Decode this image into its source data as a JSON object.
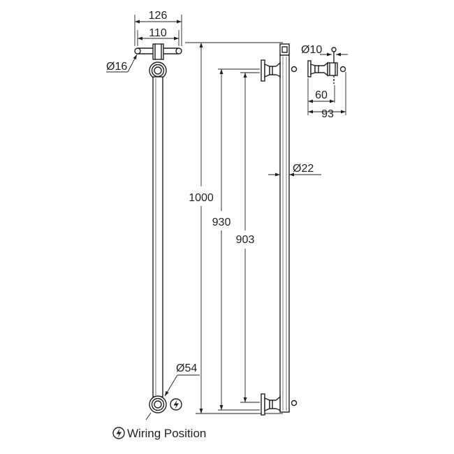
{
  "dimensions": {
    "top_width_outer": "126",
    "top_width_inner": "110",
    "bar_diameter_front": "Ø16",
    "overall_height": "1000",
    "bracket_spacing": "930",
    "inner_spacing": "903",
    "flange_diameter": "Ø54",
    "bar_diameter_side": "Ø22",
    "detail_diameter": "Ø10",
    "detail_projection_inner": "60",
    "detail_projection_outer": "93"
  },
  "legend": {
    "label": "Wiring Position",
    "icon": "lightning-bolt-icon"
  }
}
